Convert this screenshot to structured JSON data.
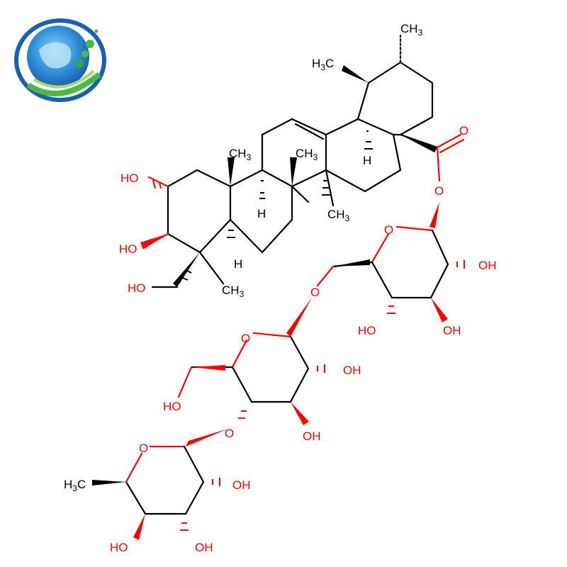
{
  "colors": {
    "bond": "#000000",
    "oxygen": "#ff0000",
    "logo_blue": "#1a5fb0",
    "logo_green": "#4cb848"
  },
  "logo": {
    "icon": "globe-logo-icon"
  },
  "labels": {
    "ch3": "CH",
    "ch3_sub": "3",
    "h3c": "H",
    "h3c_sub": "3",
    "h3c_c": "C",
    "h": "H",
    "ho": "HO",
    "oh": "OH",
    "o": "O"
  }
}
